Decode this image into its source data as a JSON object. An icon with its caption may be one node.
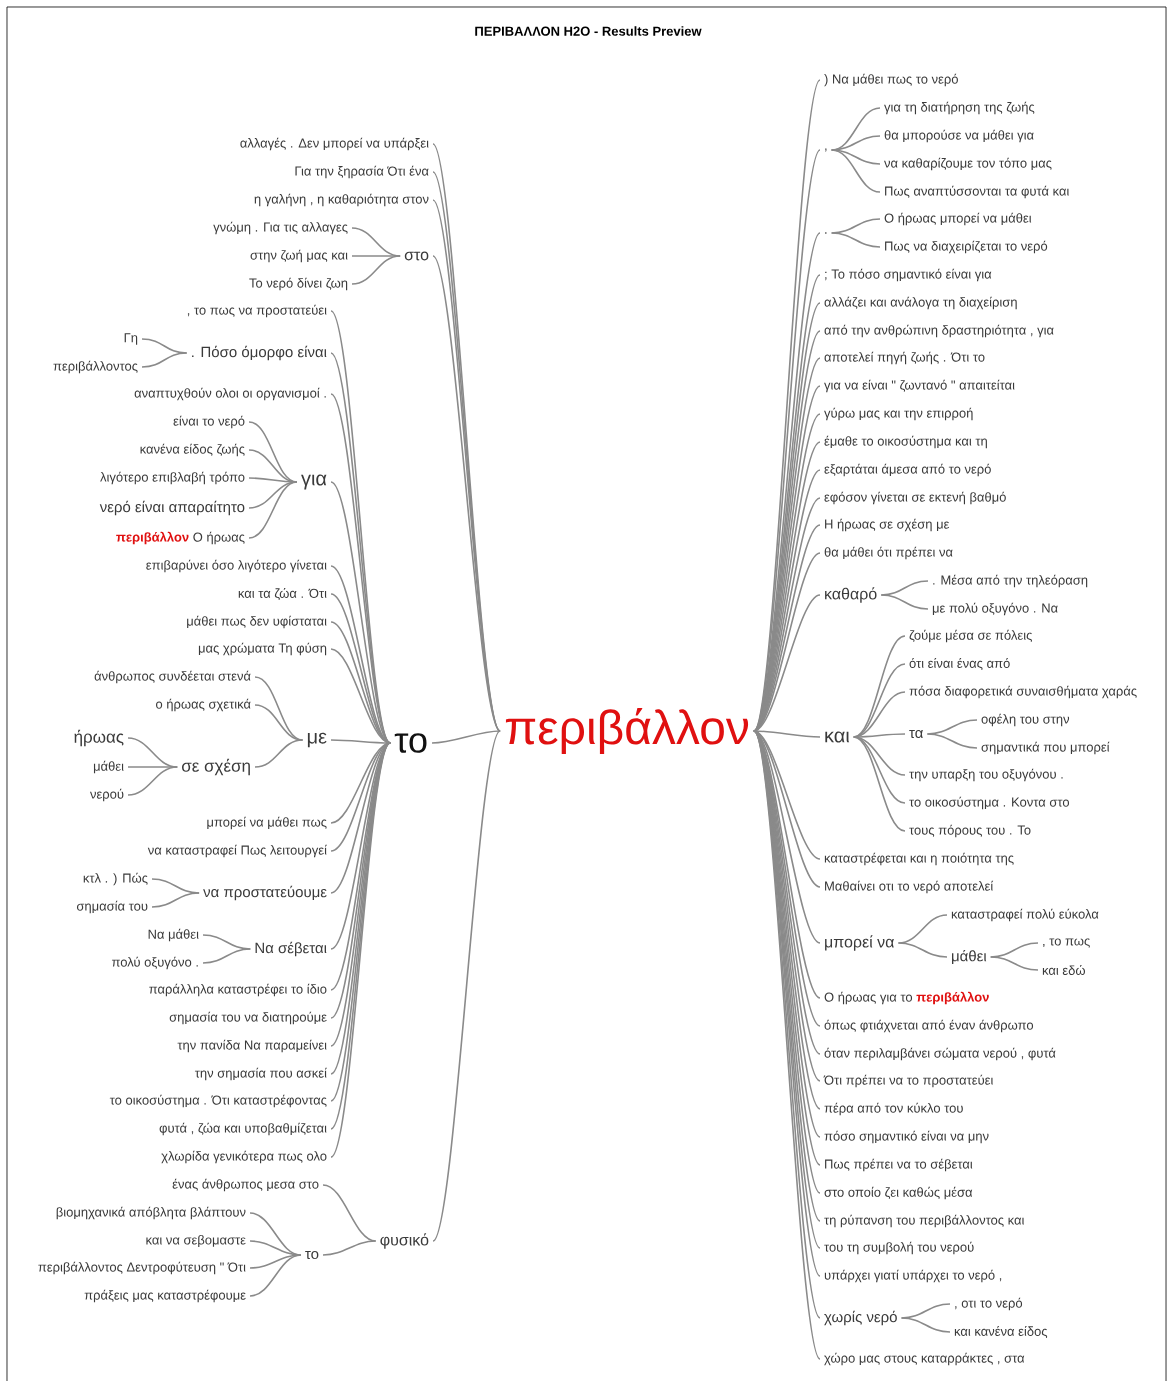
{
  "diagram": {
    "title": "ΠΕΡΙΒΑΛΛΟΝ H2O - Results Preview",
    "nodes": [
      {
        "text": [
          "περιβάλλον"
        ]
      },
      {
        "text": [
          "το"
        ]
      },
      {
        "text": [
          "αλλαγές . Δεν μπορεί να υπάρξει"
        ]
      },
      {
        "text": [
          "Για την ξηρασία Ότι ένα"
        ]
      },
      {
        "text": [
          "η γαλήνη , η καθαριότητα στον"
        ]
      },
      {
        "text": [
          "στο"
        ]
      },
      {
        "text": [
          "γνώμη . Για τις αλλαγες"
        ]
      },
      {
        "text": [
          "στην ζωή μας και"
        ]
      },
      {
        "text": [
          "Το νερό δίνει ζωη"
        ]
      },
      {
        "text": [
          ", το πως να προστατεύει"
        ]
      },
      {
        "text": [
          ". Πόσο όμορφο είναι"
        ]
      },
      {
        "text": [
          "Γη"
        ]
      },
      {
        "text": [
          "περιβάλλοντος"
        ]
      },
      {
        "text": [
          "αναπτυχθούν ολοι οι οργανισμοί ."
        ]
      },
      {
        "text": [
          "για"
        ]
      },
      {
        "text": [
          "είναι το νερό"
        ]
      },
      {
        "text": [
          "κανένα είδος ζωής"
        ]
      },
      {
        "text": [
          "λιγότερο επιβλαβή τρόπο"
        ]
      },
      {
        "text": [
          "νερό είναι απαραίτητο"
        ]
      },
      {
        "text": [
          "**περιβάλλον** Ο ήρωας"
        ]
      },
      {
        "text": [
          "επιβαρύνει όσο λιγότερο γίνεται"
        ]
      },
      {
        "text": [
          "και τα ζώα . Ότι"
        ]
      },
      {
        "text": [
          "μάθει πως δεν υφίσταται"
        ]
      },
      {
        "text": [
          "μας χρώματα Τη φύση"
        ]
      },
      {
        "text": [
          "με"
        ]
      },
      {
        "text": [
          "άνθρωπος συνδέεται στενά"
        ]
      },
      {
        "text": [
          "ο ήρωας σχετικά"
        ]
      },
      {
        "text": [
          "σε σχέση"
        ]
      },
      {
        "text": [
          "ήρωας"
        ]
      },
      {
        "text": [
          "μάθει"
        ]
      },
      {
        "text": [
          "νερού"
        ]
      },
      {
        "text": [
          "μπορεί να μάθει πως"
        ]
      },
      {
        "text": [
          "να καταστραφεί Πως λειτουργεί"
        ]
      },
      {
        "text": [
          "να προστατεύουμε"
        ]
      },
      {
        "text": [
          "κτλ . ) Πώς"
        ]
      },
      {
        "text": [
          "σημασία του"
        ]
      },
      {
        "text": [
          "Να σέβεται"
        ]
      },
      {
        "text": [
          "Να μάθει"
        ]
      },
      {
        "text": [
          "πολύ οξυγόνο ."
        ]
      },
      {
        "text": [
          "παράλληλα καταστρέφει το ίδιο"
        ]
      },
      {
        "text": [
          "σημασία του να διατηρούμε"
        ]
      },
      {
        "text": [
          "την πανίδα Να παραμείνει"
        ]
      },
      {
        "text": [
          "την σημασία που ασκεί"
        ]
      },
      {
        "text": [
          "το οικοσύστημα . Ότι καταστρέφοντας"
        ]
      },
      {
        "text": [
          "φυτά , ζώα και υποβαθμίζεται"
        ]
      },
      {
        "text": [
          "χλωρίδα γενικότερα πως ολο"
        ]
      },
      {
        "text": [
          "φυσικό"
        ]
      },
      {
        "text": [
          "ένας άνθρωπος μεσα στο"
        ]
      },
      {
        "text": [
          "το"
        ]
      },
      {
        "text": [
          "βιομηχανικά απόβλητα βλάπτουν"
        ]
      },
      {
        "text": [
          "και να σεβομαστε"
        ]
      },
      {
        "text": [
          "περιβάλλοντος Δεντροφύτευση \" Ότι"
        ]
      },
      {
        "text": [
          "πράξεις μας καταστρέφουμε"
        ]
      },
      {
        "text": [
          ") Να μάθει πως το νερό"
        ]
      },
      {
        "text": [
          ","
        ]
      },
      {
        "text": [
          "για τη διατήρηση της ζωής"
        ]
      },
      {
        "text": [
          "θα μπορούσε να μάθει για"
        ]
      },
      {
        "text": [
          "να καθαρίζουμε τον τόπο μας"
        ]
      },
      {
        "text": [
          "Πως αναπτύσσονται τα φυτά και"
        ]
      },
      {
        "text": [
          "."
        ]
      },
      {
        "text": [
          "Ο ήρωας μπορεί να μάθει"
        ]
      },
      {
        "text": [
          "Πως να διαχειρίζεται το νερό"
        ]
      },
      {
        "text": [
          "; Το πόσο σημαντικό είναι για"
        ]
      },
      {
        "text": [
          "αλλάζει και ανάλογα τη διαχείριση"
        ]
      },
      {
        "text": [
          "από την ανθρώπινη δραστηριότητα , για"
        ]
      },
      {
        "text": [
          "αποτελεί πηγή ζωής . Ότι το"
        ]
      },
      {
        "text": [
          "για να είναι \" ζωντανό \" απαιτείται"
        ]
      },
      {
        "text": [
          "γύρω μας και την επιρροή"
        ]
      },
      {
        "text": [
          "έμαθε το οικοσύστημα και τη"
        ]
      },
      {
        "text": [
          "εξαρτάται άμεσα από το νερό"
        ]
      },
      {
        "text": [
          "εφόσον γίνεται σε εκτενή βαθμό"
        ]
      },
      {
        "text": [
          "Η ήρωας σε σχέση με"
        ]
      },
      {
        "text": [
          "θα μάθει ότι πρέπει να"
        ]
      },
      {
        "text": [
          "καθαρό"
        ]
      },
      {
        "text": [
          ". Μέσα από την τηλεόραση"
        ]
      },
      {
        "text": [
          "με πολύ οξυγόνο . Να"
        ]
      },
      {
        "text": [
          "και"
        ]
      },
      {
        "text": [
          "ζούμε μέσα σε πόλεις"
        ]
      },
      {
        "text": [
          "ότι είναι ένας από"
        ]
      },
      {
        "text": [
          "πόσα διαφορετικά συναισθήματα χαράς"
        ]
      },
      {
        "text": [
          "τα"
        ]
      },
      {
        "text": [
          "οφέλη του στην"
        ]
      },
      {
        "text": [
          "σημαντικά που μπορεί"
        ]
      },
      {
        "text": [
          "την υπαρξη του οξυγόνου ."
        ]
      },
      {
        "text": [
          "το οικοσύστημα . Κοντα στο"
        ]
      },
      {
        "text": [
          "τους πόρους του . Το"
        ]
      },
      {
        "text": [
          "καταστρέφεται και η ποιότητα της"
        ]
      },
      {
        "text": [
          "Μαθαίνει οτι το νερό αποτελεί"
        ]
      },
      {
        "text": [
          "μπορεί να"
        ]
      },
      {
        "text": [
          "καταστραφεί πολύ εύκολα"
        ]
      },
      {
        "text": [
          "μάθει"
        ]
      },
      {
        "text": [
          ", το πως"
        ]
      },
      {
        "text": [
          "και εδώ"
        ]
      },
      {
        "text": [
          "Ο ήρωας για το **περιβάλλον**"
        ]
      },
      {
        "text": [
          "όπως φτιάχνεται από έναν άνθρωπο"
        ]
      },
      {
        "text": [
          "όταν περιλαμβάνει σώματα νερού , φυτά"
        ]
      },
      {
        "text": [
          "Ότι πρέπει να το προστατεύει"
        ]
      },
      {
        "text": [
          "πέρα από τον κύκλο του"
        ]
      },
      {
        "text": [
          "πόσο σημαντικό είναι να μην"
        ]
      },
      {
        "text": [
          "Πως πρέπει να το σέβεται"
        ]
      },
      {
        "text": [
          "στο οποίο ζει καθώς μέσα"
        ]
      },
      {
        "text": [
          "τη ρύπανση του περιβάλλοντος και"
        ]
      },
      {
        "text": [
          "του τη συμβολή του νερού"
        ]
      },
      {
        "text": [
          "υπάρχει γιατί υπάρχει το νερό ,"
        ]
      },
      {
        "text": [
          "χωρίς νερό"
        ]
      },
      {
        "text": [
          ", οτι το νερό"
        ]
      },
      {
        "text": [
          "και κανένα είδος"
        ]
      },
      {
        "text": [
          "χώρο μας στους καταρράκτες , στα"
        ]
      }
    ],
    "edges": [
      {
        "from": 0,
        "to": 1,
        "arrow": "none"
      },
      {
        "from": 0,
        "to": 2,
        "arrow": "none"
      },
      {
        "from": 0,
        "to": 3,
        "arrow": "none"
      },
      {
        "from": 0,
        "to": 4,
        "arrow": "none"
      },
      {
        "from": 0,
        "to": 5,
        "arrow": "none"
      },
      {
        "from": 5,
        "to": 6,
        "arrow": "none"
      },
      {
        "from": 5,
        "to": 7,
        "arrow": "none"
      },
      {
        "from": 5,
        "to": 8,
        "arrow": "none"
      },
      {
        "from": 1,
        "to": 9,
        "arrow": "none"
      },
      {
        "from": 1,
        "to": 10,
        "arrow": "none"
      },
      {
        "from": 10,
        "to": 11,
        "arrow": "none"
      },
      {
        "from": 10,
        "to": 12,
        "arrow": "none"
      },
      {
        "from": 1,
        "to": 13,
        "arrow": "none"
      },
      {
        "from": 1,
        "to": 14,
        "arrow": "none"
      },
      {
        "from": 14,
        "to": 15,
        "arrow": "none"
      },
      {
        "from": 14,
        "to": 16,
        "arrow": "none"
      },
      {
        "from": 14,
        "to": 17,
        "arrow": "none"
      },
      {
        "from": 14,
        "to": 18,
        "arrow": "none"
      },
      {
        "from": 14,
        "to": 19,
        "arrow": "none"
      },
      {
        "from": 1,
        "to": 20,
        "arrow": "none"
      },
      {
        "from": 1,
        "to": 21,
        "arrow": "none"
      },
      {
        "from": 1,
        "to": 22,
        "arrow": "none"
      },
      {
        "from": 1,
        "to": 23,
        "arrow": "none"
      },
      {
        "from": 1,
        "to": 24,
        "arrow": "none"
      },
      {
        "from": 24,
        "to": 25,
        "arrow": "none"
      },
      {
        "from": 24,
        "to": 26,
        "arrow": "none"
      },
      {
        "from": 24,
        "to": 27,
        "arrow": "none"
      },
      {
        "from": 27,
        "to": 28,
        "arrow": "none"
      },
      {
        "from": 27,
        "to": 29,
        "arrow": "none"
      },
      {
        "from": 27,
        "to": 30,
        "arrow": "none"
      },
      {
        "from": 1,
        "to": 31,
        "arrow": "none"
      },
      {
        "from": 1,
        "to": 32,
        "arrow": "none"
      },
      {
        "from": 1,
        "to": 33,
        "arrow": "none"
      },
      {
        "from": 33,
        "to": 34,
        "arrow": "none"
      },
      {
        "from": 33,
        "to": 35,
        "arrow": "none"
      },
      {
        "from": 1,
        "to": 36,
        "arrow": "none"
      },
      {
        "from": 36,
        "to": 37,
        "arrow": "none"
      },
      {
        "from": 36,
        "to": 38,
        "arrow": "none"
      },
      {
        "from": 1,
        "to": 39,
        "arrow": "none"
      },
      {
        "from": 1,
        "to": 40,
        "arrow": "none"
      },
      {
        "from": 1,
        "to": 41,
        "arrow": "none"
      },
      {
        "from": 1,
        "to": 42,
        "arrow": "none"
      },
      {
        "from": 1,
        "to": 43,
        "arrow": "none"
      },
      {
        "from": 1,
        "to": 44,
        "arrow": "none"
      },
      {
        "from": 1,
        "to": 45,
        "arrow": "none"
      },
      {
        "from": 0,
        "to": 46,
        "arrow": "none"
      },
      {
        "from": 46,
        "to": 47,
        "arrow": "none"
      },
      {
        "from": 46,
        "to": 48,
        "arrow": "none"
      },
      {
        "from": 48,
        "to": 49,
        "arrow": "none"
      },
      {
        "from": 48,
        "to": 50,
        "arrow": "none"
      },
      {
        "from": 48,
        "to": 51,
        "arrow": "none"
      },
      {
        "from": 48,
        "to": 52,
        "arrow": "none"
      },
      {
        "from": 0,
        "to": 53,
        "arrow": "none"
      },
      {
        "from": 0,
        "to": 54,
        "arrow": "none"
      },
      {
        "from": 54,
        "to": 55,
        "arrow": "none"
      },
      {
        "from": 54,
        "to": 56,
        "arrow": "none"
      },
      {
        "from": 54,
        "to": 57,
        "arrow": "none"
      },
      {
        "from": 54,
        "to": 58,
        "arrow": "none"
      },
      {
        "from": 0,
        "to": 59,
        "arrow": "none"
      },
      {
        "from": 59,
        "to": 60,
        "arrow": "none"
      },
      {
        "from": 59,
        "to": 61,
        "arrow": "none"
      },
      {
        "from": 0,
        "to": 62,
        "arrow": "none"
      },
      {
        "from": 0,
        "to": 63,
        "arrow": "none"
      },
      {
        "from": 0,
        "to": 64,
        "arrow": "none"
      },
      {
        "from": 0,
        "to": 65,
        "arrow": "none"
      },
      {
        "from": 0,
        "to": 66,
        "arrow": "none"
      },
      {
        "from": 0,
        "to": 67,
        "arrow": "none"
      },
      {
        "from": 0,
        "to": 68,
        "arrow": "none"
      },
      {
        "from": 0,
        "to": 69,
        "arrow": "none"
      },
      {
        "from": 0,
        "to": 70,
        "arrow": "none"
      },
      {
        "from": 0,
        "to": 71,
        "arrow": "none"
      },
      {
        "from": 0,
        "to": 72,
        "arrow": "none"
      },
      {
        "from": 0,
        "to": 73,
        "arrow": "none"
      },
      {
        "from": 73,
        "to": 74,
        "arrow": "none"
      },
      {
        "from": 73,
        "to": 75,
        "arrow": "none"
      },
      {
        "from": 0,
        "to": 76,
        "arrow": "none"
      },
      {
        "from": 76,
        "to": 77,
        "arrow": "none"
      },
      {
        "from": 76,
        "to": 78,
        "arrow": "none"
      },
      {
        "from": 76,
        "to": 79,
        "arrow": "none"
      },
      {
        "from": 76,
        "to": 80,
        "arrow": "none"
      },
      {
        "from": 80,
        "to": 81,
        "arrow": "none"
      },
      {
        "from": 80,
        "to": 82,
        "arrow": "none"
      },
      {
        "from": 76,
        "to": 83,
        "arrow": "none"
      },
      {
        "from": 76,
        "to": 84,
        "arrow": "none"
      },
      {
        "from": 76,
        "to": 85,
        "arrow": "none"
      },
      {
        "from": 0,
        "to": 86,
        "arrow": "none"
      },
      {
        "from": 0,
        "to": 87,
        "arrow": "none"
      },
      {
        "from": 0,
        "to": 88,
        "arrow": "none"
      },
      {
        "from": 88,
        "to": 89,
        "arrow": "none"
      },
      {
        "from": 88,
        "to": 90,
        "arrow": "none"
      },
      {
        "from": 90,
        "to": 91,
        "arrow": "none"
      },
      {
        "from": 90,
        "to": 92,
        "arrow": "none"
      },
      {
        "from": 0,
        "to": 93,
        "arrow": "none"
      },
      {
        "from": 0,
        "to": 94,
        "arrow": "none"
      },
      {
        "from": 0,
        "to": 95,
        "arrow": "none"
      },
      {
        "from": 0,
        "to": 96,
        "arrow": "none"
      },
      {
        "from": 0,
        "to": 97,
        "arrow": "none"
      },
      {
        "from": 0,
        "to": 98,
        "arrow": "none"
      },
      {
        "from": 0,
        "to": 99,
        "arrow": "none"
      },
      {
        "from": 0,
        "to": 100,
        "arrow": "none"
      },
      {
        "from": 0,
        "to": 101,
        "arrow": "none"
      },
      {
        "from": 0,
        "to": 102,
        "arrow": "none"
      },
      {
        "from": 0,
        "to": 103,
        "arrow": "none"
      },
      {
        "from": 0,
        "to": 104,
        "arrow": "none"
      },
      {
        "from": 104,
        "to": 105,
        "arrow": "none"
      },
      {
        "from": 104,
        "to": 106,
        "arrow": "none"
      },
      {
        "from": 0,
        "to": 107,
        "arrow": "none"
      }
    ]
  }
}
